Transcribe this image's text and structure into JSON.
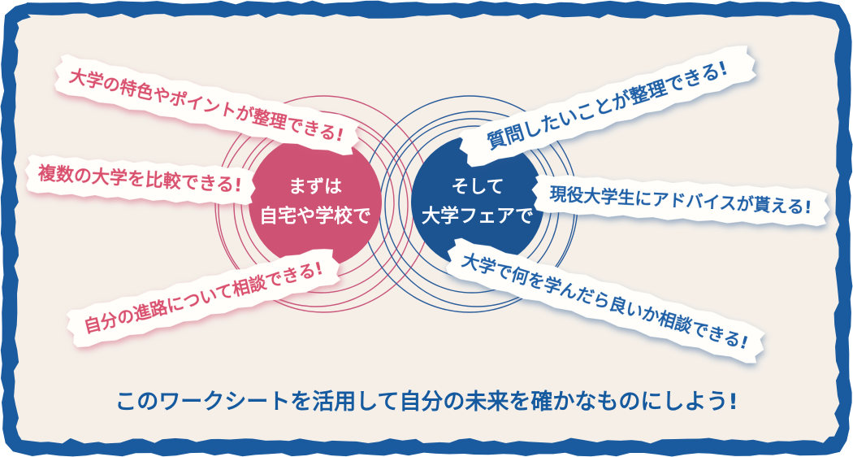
{
  "colors": {
    "border_blue": "#1a5a9e",
    "background_cream": "#f5efe8",
    "pink": "#ce5274",
    "pink_text": "#d9506e",
    "pink_ring": "#c9557a",
    "blue": "#1c5391",
    "blue_text": "#1f5fa6",
    "blue_ring": "#2a5c9a",
    "footer_blue": "#155a9f",
    "paper_white": "#fffefb"
  },
  "venn": {
    "left": {
      "line1": "まずは",
      "line2": "自宅や学校で"
    },
    "right": {
      "line1": "そして",
      "line2": "大学フェアで"
    }
  },
  "ribbons": [
    {
      "text": "大学の特色やポイントが整理できる!",
      "group": "pink"
    },
    {
      "text": "複数の大学を比較できる!",
      "group": "pink"
    },
    {
      "text": "自分の進路について相談できる!",
      "group": "pink"
    },
    {
      "text": "質問したいことが整理できる!",
      "group": "blue"
    },
    {
      "text": "現役大学生にアドバイスが貰える!",
      "group": "blue"
    },
    {
      "text": "大学で何を学んだら良いか相談できる!",
      "group": "blue"
    }
  ],
  "footer": {
    "message": "このワークシートを活用して自分の未来を確かなものにしよう!"
  }
}
